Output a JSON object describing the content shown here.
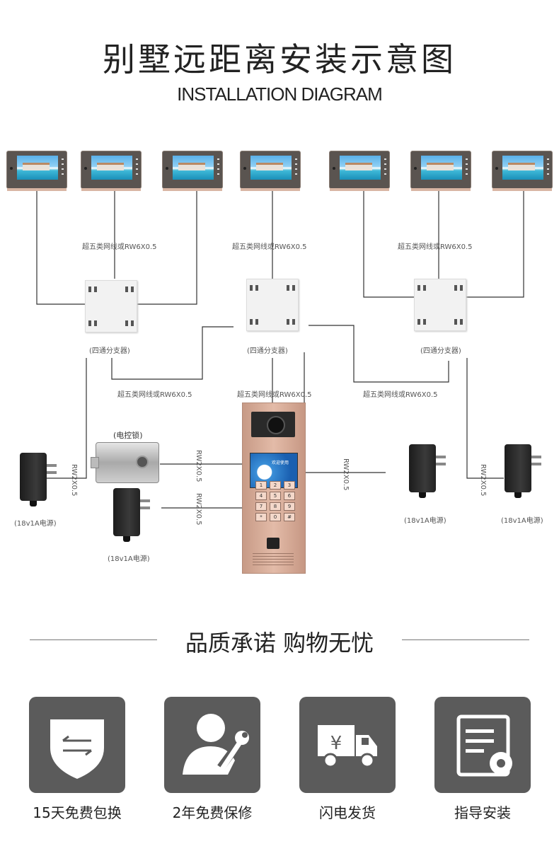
{
  "header": {
    "title": "别墅远距离安装示意图",
    "subtitle": "INSTALLATION DIAGRAM"
  },
  "diagram": {
    "cable_top_label": "超五类网线或RW6X0.5",
    "cable_bottom_label": "超五类网线或RW6X0.5",
    "splitter_label": "(四通分支器)",
    "lock_label": "(电控锁)",
    "power_label": "(18v1A电源)",
    "wire_label": "RW2X0.5",
    "station_screen_text": "欢迎使用",
    "keys": [
      "1",
      "2",
      "3",
      "4",
      "5",
      "6",
      "7",
      "8",
      "9",
      "*",
      "0",
      "#"
    ]
  },
  "promise": {
    "title": "品质承诺 购物无忧",
    "items": [
      {
        "label": "15天免费包换",
        "icon": "exchange-shield-icon"
      },
      {
        "label": "2年免费保修",
        "icon": "repair-user-icon"
      },
      {
        "label": "闪电发货",
        "icon": "delivery-truck-icon"
      },
      {
        "label": "指导安装",
        "icon": "install-guide-icon"
      }
    ]
  },
  "colors": {
    "line": "#333333",
    "tile": "#5b5b5b",
    "station": "#e3bba8"
  }
}
